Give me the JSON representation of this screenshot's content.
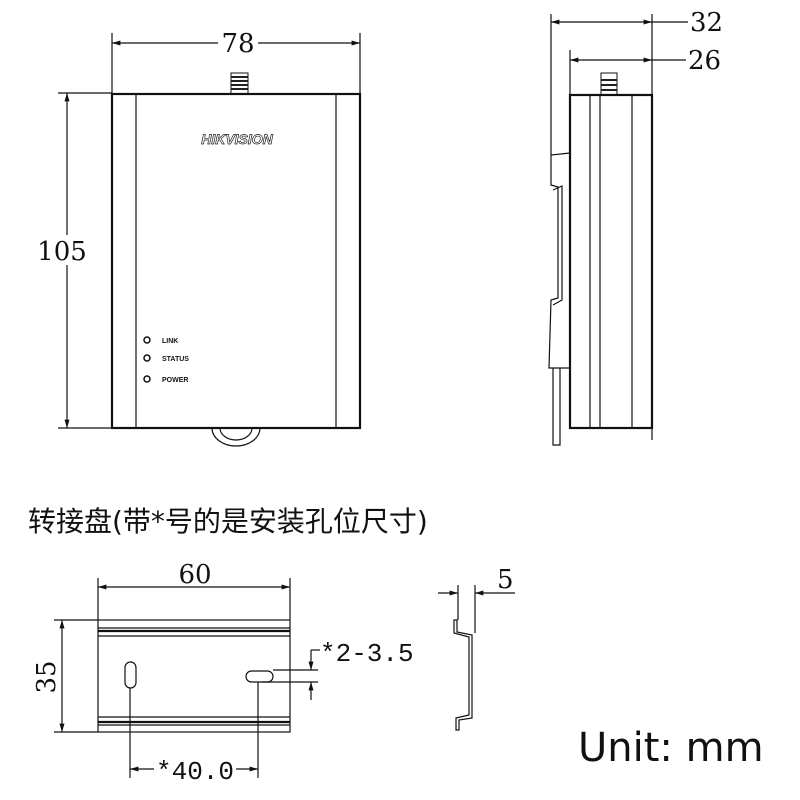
{
  "front_view": {
    "brand": "HIKVISION",
    "width_label": "78",
    "height_label": "105",
    "leds": [
      "LINK",
      "STATUS",
      "POWER"
    ]
  },
  "side_view": {
    "depth_total_label": "32",
    "depth_body_label": "26"
  },
  "adapter_plate": {
    "title": "转接盘(带*号的是安装孔位尺寸)",
    "width_label": "60",
    "height_label": "35",
    "hole_label": "*2-3.5",
    "hole_spacing_label": "*40.0",
    "profile_depth_label": "5"
  },
  "unit_label": "Unit: mm"
}
